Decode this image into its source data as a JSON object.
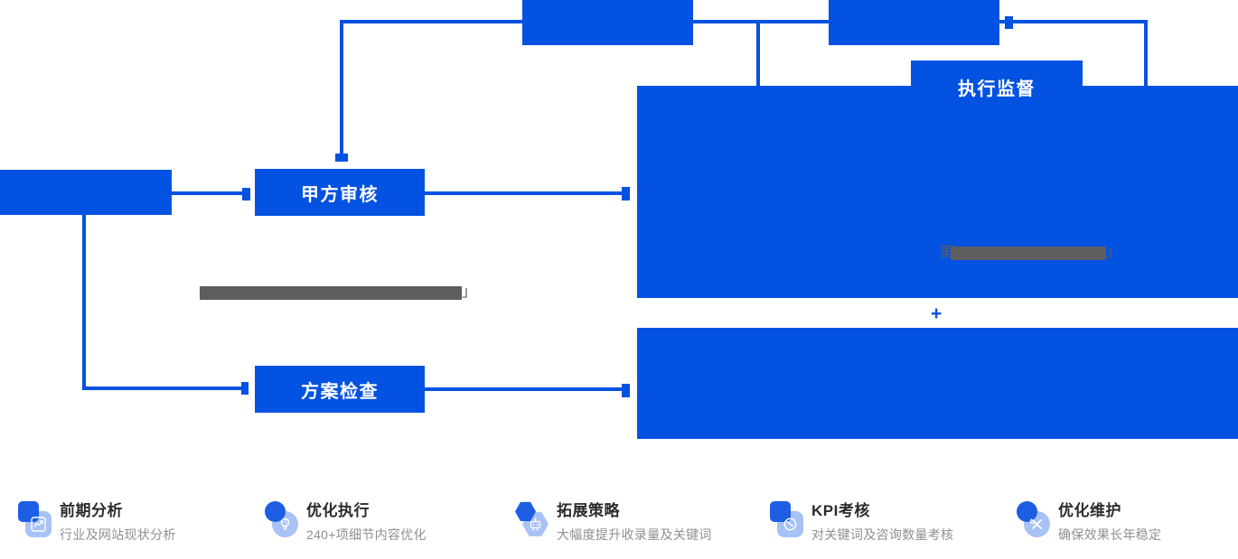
{
  "colors": {
    "primary": "#0452E1",
    "redaction": "#5E5E5E",
    "icon_back": "#1E5EE4",
    "icon_front_light": "#A9C5F6"
  },
  "flowchart": {
    "boxes": {
      "top_left_cropped": {
        "label": ""
      },
      "top_right_cropped": {
        "label": ""
      },
      "source_left": {
        "label": ""
      },
      "review": {
        "label": "甲方审核"
      },
      "plan_check": {
        "label": "方案检查"
      },
      "supervision": {
        "label": "执行监督"
      }
    },
    "plus_sign": "+",
    "redactions": {
      "panel_text": {
        "prefix": "第",
        "suffix": "」"
      },
      "middle_text": {
        "prefix": "",
        "suffix": "」"
      }
    }
  },
  "features": [
    {
      "icon": "line-chart-icon",
      "title": "前期分析",
      "desc": "行业及网站现状分析"
    },
    {
      "icon": "lightbulb-icon",
      "title": "优化执行",
      "desc": "240+项细节内容优化"
    },
    {
      "icon": "strategy-robot-icon",
      "title": "拓展策略",
      "desc": "大幅度提升收录量及关键词"
    },
    {
      "icon": "gauge-icon",
      "title": "KPI考核",
      "desc": "对关键词及咨询数量考核"
    },
    {
      "icon": "tools-icon",
      "title": "优化维护",
      "desc": "确保效果长年稳定"
    }
  ]
}
